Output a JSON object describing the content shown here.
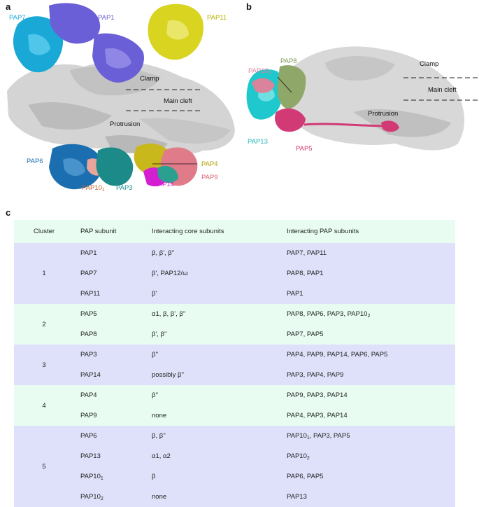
{
  "panels": {
    "a": "a",
    "b": "b",
    "c": "c"
  },
  "panel_a": {
    "labels": {
      "pap7": "PAP7",
      "pap1": "PAP1",
      "pap11": "PAP11",
      "clamp": "Clamp",
      "main_cleft": "Main cleft",
      "protrusion": "Protrusion",
      "pap6": "PAP6",
      "pap4": "PAP4",
      "pap9": "PAP9",
      "pap10_1_base": "PAP10",
      "pap10_1_sub": "1",
      "pap3": "PAP3",
      "pap14": "PAP14"
    }
  },
  "panel_b": {
    "labels": {
      "pap8": "PAP8",
      "pap10_2_base": "PAP10",
      "pap10_2_sub": "2",
      "clamp": "Clamp",
      "main_cleft": "Main cleft",
      "protrusion": "Protrusion",
      "pap13": "PAP13",
      "pap5": "PAP5"
    }
  },
  "colors": {
    "pap7": "#1aa9d6",
    "pap1": "#6a5fd6",
    "pap11": "#d9d420",
    "pap6": "#1b6fb0",
    "pap4": "#c9b81b",
    "pap9": "#e07b8a",
    "pap10_1": "#c06030",
    "pap3": "#1b8a88",
    "pap14": "#d41fd1",
    "pap8": "#8fa86a",
    "pap10_2": "#d9849a",
    "pap13": "#1fc8cc",
    "pap5": "#d23a76",
    "core": "#c8c8c8"
  },
  "table": {
    "headers": [
      "Cluster",
      "PAP subunit",
      "Interacting core subunits",
      "Interacting PAP subunits"
    ],
    "groups": [
      {
        "cluster": "1",
        "rows": [
          {
            "pap": "PAP1",
            "pap_sub": "",
            "core": "β, β', β''",
            "partners": "PAP7, PAP11",
            "partners_sub": ""
          },
          {
            "pap": "PAP7",
            "pap_sub": "",
            "core": "β', PAP12/ω",
            "partners": "PAP8, PAP1",
            "partners_sub": ""
          },
          {
            "pap": "PAP11",
            "pap_sub": "",
            "core": "β'",
            "partners": "PAP1",
            "partners_sub": ""
          }
        ]
      },
      {
        "cluster": "2",
        "rows": [
          {
            "pap": "PAP5",
            "pap_sub": "",
            "core": "α1, β, β', β''",
            "partners": "PAP8, PAP6, PAP3, PAP10",
            "partners_sub": "2"
          },
          {
            "pap": "PAP8",
            "pap_sub": "",
            "core": "β', β''",
            "partners": "PAP7, PAP5",
            "partners_sub": ""
          }
        ]
      },
      {
        "cluster": "3",
        "rows": [
          {
            "pap": "PAP3",
            "pap_sub": "",
            "core": "β''",
            "partners": "PAP4, PAP9, PAP14, PAP6, PAP5",
            "partners_sub": ""
          },
          {
            "pap": "PAP14",
            "pap_sub": "",
            "core": "possibly β''",
            "partners": "PAP3, PAP4, PAP9",
            "partners_sub": ""
          }
        ]
      },
      {
        "cluster": "4",
        "rows": [
          {
            "pap": "PAP4",
            "pap_sub": "",
            "core": "β''",
            "partners": "PAP9, PAP3, PAP14",
            "partners_sub": ""
          },
          {
            "pap": "PAP9",
            "pap_sub": "",
            "core": "none",
            "partners": "PAP4, PAP3, PAP14",
            "partners_sub": ""
          }
        ]
      },
      {
        "cluster": "5",
        "rows": [
          {
            "pap": "PAP6",
            "pap_sub": "",
            "core": "β, β''",
            "partners": "PAP10",
            "partners_sub": "1",
            "partners_tail": ", PAP3, PAP5"
          },
          {
            "pap": "PAP13",
            "pap_sub": "",
            "core": "α1, α2",
            "partners": "PAP10",
            "partners_sub": "2"
          },
          {
            "pap": "PAP10",
            "pap_sub": "1",
            "core": "β",
            "partners": "PAP6, PAP5",
            "partners_sub": ""
          },
          {
            "pap": "PAP10",
            "pap_sub": "2",
            "core": "none",
            "partners": "PAP13",
            "partners_sub": ""
          }
        ]
      }
    ]
  }
}
